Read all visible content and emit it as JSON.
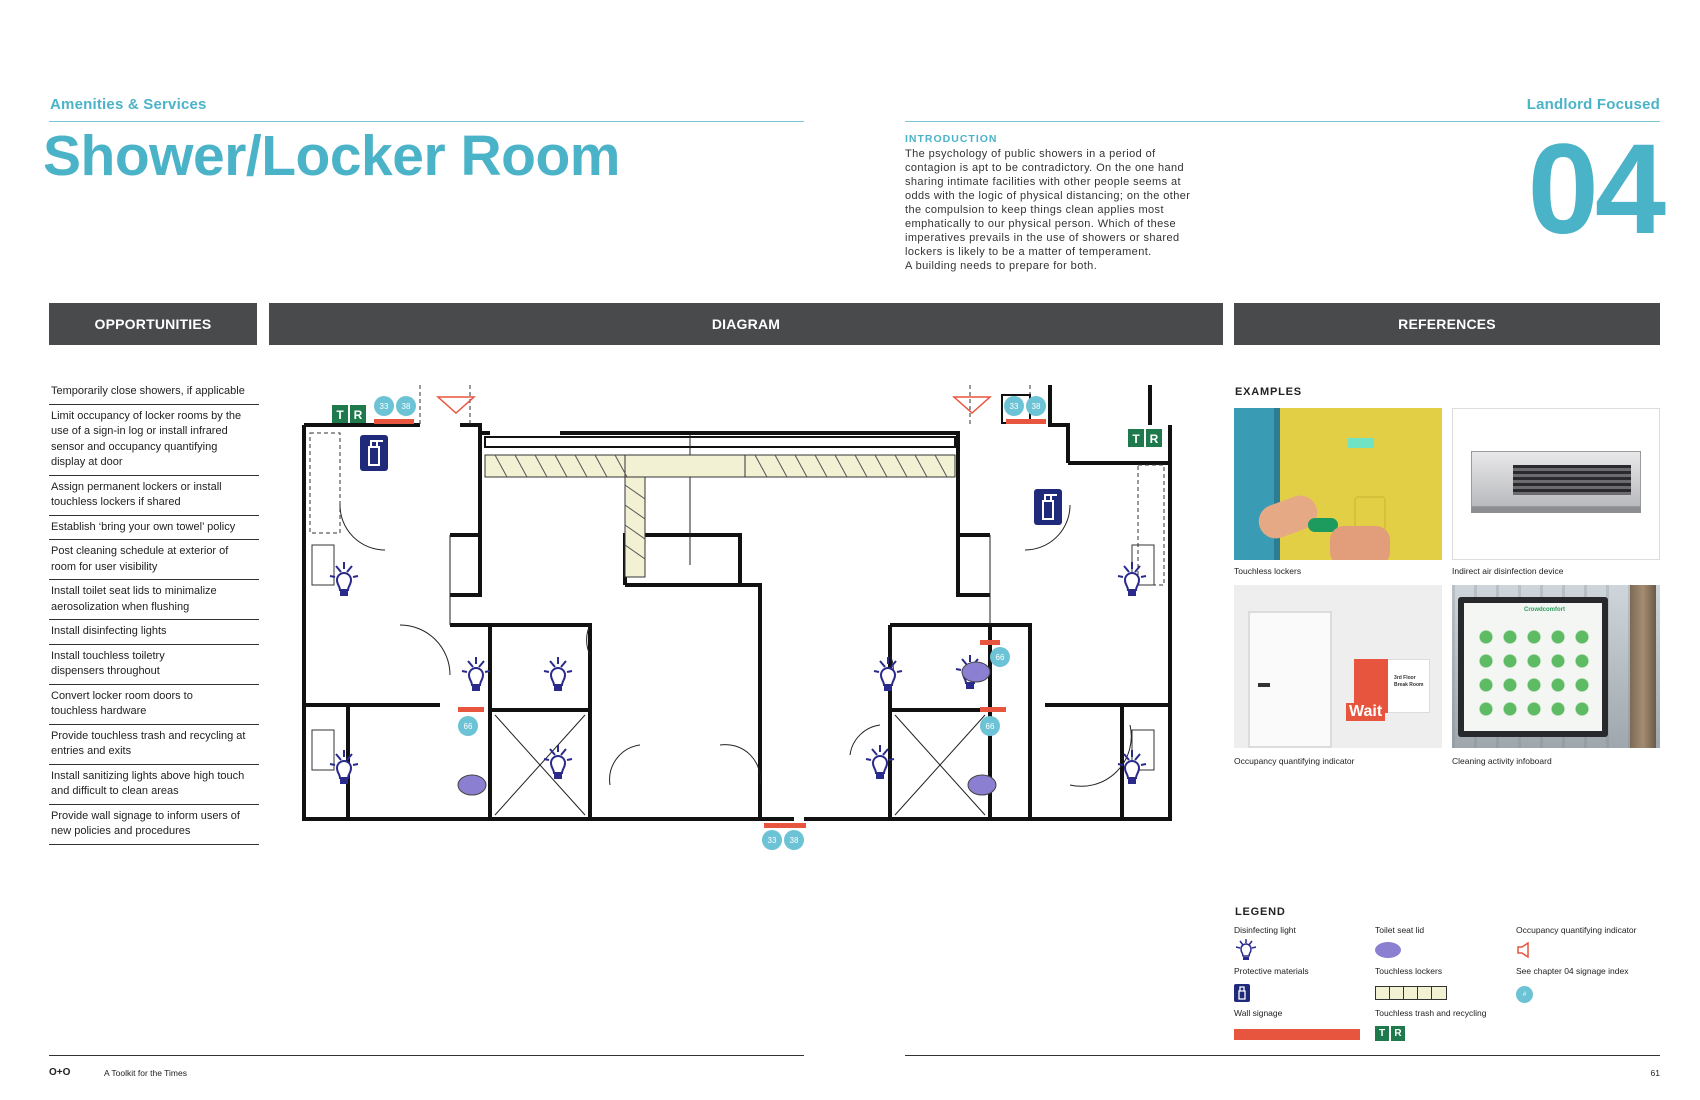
{
  "header": {
    "category": "Amenities & Services",
    "focus": "Landlord Focused",
    "title": "Shower/Locker Room",
    "chapter_number": "04"
  },
  "intro": {
    "heading": "INTRODUCTION",
    "lines": [
      "The psychology of public showers in a period of",
      "contagion is apt to be contradictory. On the one hand",
      "sharing intimate facilities with other people seems at",
      "odds with the logic of physical distancing; on the other",
      "the compulsion to keep things clean applies most",
      "emphatically to our physical person. Which of these",
      "imperatives prevails in the use of showers or shared",
      "lockers is likely to be a matter of temperament.",
      "A building needs to prepare for both."
    ]
  },
  "section_bars": {
    "opportunities": "OPPORTUNITIES",
    "diagram": "DIAGRAM",
    "references": "REFERENCES"
  },
  "opportunities": [
    [
      "Temporarily close showers, if applicable"
    ],
    [
      "Limit occupancy of locker rooms by the",
      "use of a sign-in log or install infrared",
      "sensor and occupancy quantifying",
      "display at door"
    ],
    [
      "Assign permanent lockers or install",
      "touchless lockers if shared"
    ],
    [
      "Establish ‘bring your own towel’ policy"
    ],
    [
      "Post cleaning schedule at exterior of",
      "room for user visibility"
    ],
    [
      "Install toilet seat lids to minimalize",
      "aerosolization when flushing"
    ],
    [
      "Install disinfecting lights"
    ],
    [
      "Install touchless toiletry",
      "dispensers throughout"
    ],
    [
      "Convert locker room doors to",
      "touchless hardware"
    ],
    [
      "Provide touchless trash and recycling at",
      "entries and exits"
    ],
    [
      "Install sanitizing lights above high touch",
      "and difficult to clean areas"
    ],
    [
      "Provide wall signage to inform users of",
      "new policies and procedures"
    ]
  ],
  "diagram": {
    "tag_33": "33",
    "tag_38": "38",
    "tag_66": "66",
    "trash_t": "T",
    "trash_r": "R"
  },
  "references": {
    "examples_heading": "EXAMPLES",
    "captions": [
      "Touchless lockers",
      "Indirect air disinfection device",
      "Occupancy quantifying indicator",
      "Cleaning activity infoboard"
    ],
    "photo3_sign_lines": [
      "3rd Floor",
      "Break Room"
    ],
    "photo3_wait": "Wait",
    "photo4_brand": "Crowdcomfort"
  },
  "legend": {
    "heading": "LEGEND",
    "items": {
      "disinfecting_light": "Disinfecting light",
      "toilet_seat_lid": "Toilet seat lid",
      "occupancy_indicator": "Occupancy quantifying indicator",
      "protective_materials": "Protective materials",
      "touchless_lockers": "Touchless lockers",
      "signage_index": "See chapter 04 signage index",
      "wall_signage": "Wall signage",
      "trash_recycling": "Touchless trash and recycling"
    },
    "signage_index_tag": "#"
  },
  "footer": {
    "logo": "O+O",
    "publication": "A Toolkit for the Times",
    "page_number": "61"
  },
  "colors": {
    "accent_teal": "#4bb3c8",
    "bar_gray": "#494a4c",
    "signage_red": "#e8553e",
    "trash_green": "#1e7a4c",
    "icon_navy": "#2a2a8c",
    "seat_lavender": "#8a7fd0"
  }
}
